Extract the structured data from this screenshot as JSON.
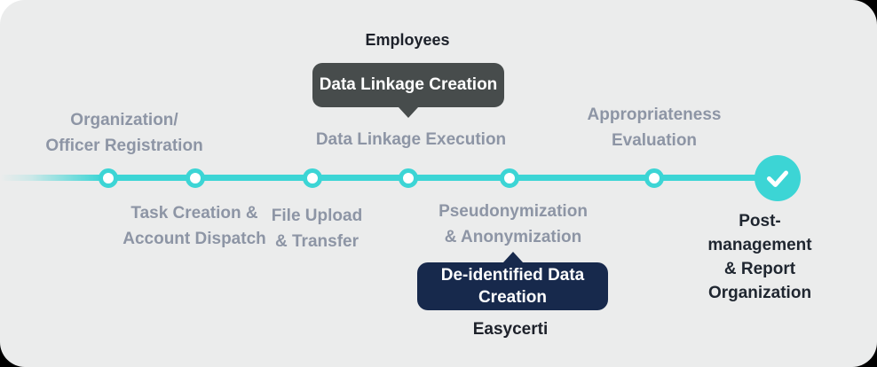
{
  "diagram": {
    "actors": {
      "top": "Employees",
      "bottom": "Easycerti"
    },
    "tooltips": {
      "top": "Data Linkage Creation",
      "bottom": "De-identified Data\nCreation"
    },
    "steps": [
      {
        "label": "Organization/\nOfficer Registration",
        "position": "above",
        "completed": false
      },
      {
        "label": "Task Creation &\nAccount Dispatch",
        "position": "below",
        "completed": false
      },
      {
        "label": "File Upload\n& Transfer",
        "position": "below",
        "completed": false
      },
      {
        "label": "Data Linkage Execution",
        "position": "above",
        "completed": false
      },
      {
        "label": "Pseudonymization\n& Anonymization",
        "position": "below",
        "completed": false
      },
      {
        "label": "Appropriateness\nEvaluation",
        "position": "above",
        "completed": false
      },
      {
        "label": "Post-management\n& Report Organization",
        "position": "below",
        "completed": true
      }
    ],
    "colors": {
      "accent_teal": "#3CD5D5",
      "tooltip_gray": "#474C4C",
      "tooltip_navy": "#17294C",
      "label_gray": "#8D95A5",
      "text_dark": "#1F2630",
      "card_bg": "#EBECEC"
    }
  }
}
